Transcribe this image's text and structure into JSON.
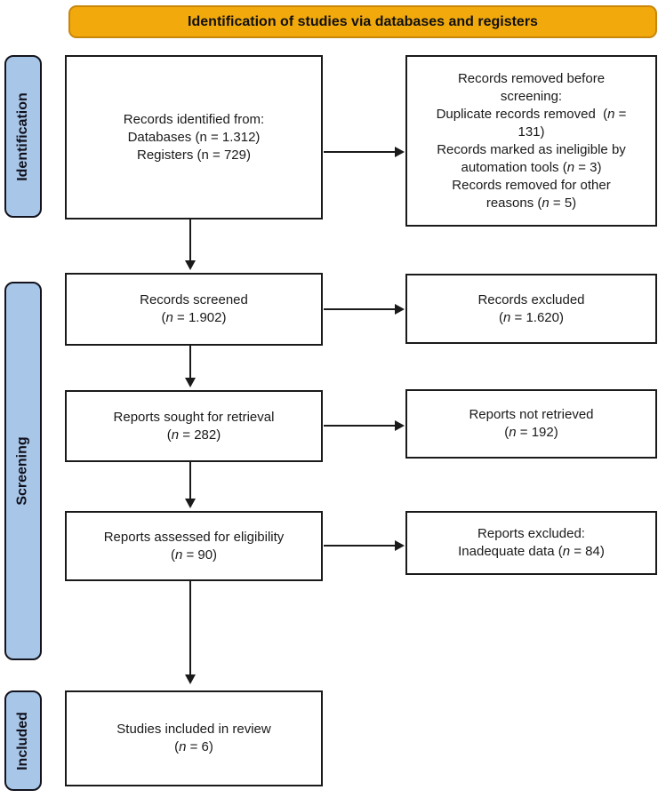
{
  "banner": {
    "title": "Identification of studies via databases and registers"
  },
  "stages": [
    {
      "label": "Identification"
    },
    {
      "label": "Screening"
    },
    {
      "label": "Included"
    }
  ],
  "colors": {
    "banner_fill": "#F2A90C",
    "banner_border": "#C8860B",
    "stage_fill": "#A8C6E7",
    "box_border": "#1A1A1A"
  },
  "boxes": {
    "records_identified": {
      "lines": [
        [
          {
            "t": "Records identified from:"
          }
        ],
        [
          {
            "t": "Databases (n = 1.312)"
          }
        ],
        [
          {
            "t": "Registers (n = 729)"
          }
        ]
      ]
    },
    "records_removed": {
      "lines": [
        [
          {
            "t": "Records removed before"
          }
        ],
        [
          {
            "t": "screening:"
          }
        ],
        [
          {
            "t": "Duplicate records removed  ("
          },
          {
            "t": "n",
            "i": true
          },
          {
            "t": " ="
          }
        ],
        [
          {
            "t": "131)"
          }
        ],
        [
          {
            "t": "Records marked as ineligible by"
          }
        ],
        [
          {
            "t": "automation tools ("
          },
          {
            "t": "n",
            "i": true
          },
          {
            "t": " = 3)"
          }
        ],
        [
          {
            "t": "Records removed for other"
          }
        ],
        [
          {
            "t": "reasons ("
          },
          {
            "t": "n",
            "i": true
          },
          {
            "t": " = 5)"
          }
        ]
      ]
    },
    "records_screened": {
      "lines": [
        [
          {
            "t": "Records screened"
          }
        ],
        [
          {
            "t": "("
          },
          {
            "t": "n",
            "i": true
          },
          {
            "t": " = 1.902)"
          }
        ]
      ]
    },
    "records_excluded": {
      "lines": [
        [
          {
            "t": "Records excluded"
          }
        ],
        [
          {
            "t": "("
          },
          {
            "t": "n",
            "i": true
          },
          {
            "t": " = 1.620)"
          }
        ]
      ]
    },
    "reports_sought": {
      "lines": [
        [
          {
            "t": "Reports sought for retrieval"
          }
        ],
        [
          {
            "t": "("
          },
          {
            "t": "n",
            "i": true
          },
          {
            "t": " = 282)"
          }
        ]
      ]
    },
    "reports_not_retrieved": {
      "lines": [
        [
          {
            "t": "Reports not retrieved"
          }
        ],
        [
          {
            "t": "("
          },
          {
            "t": "n",
            "i": true
          },
          {
            "t": " = 192)"
          }
        ]
      ]
    },
    "reports_assessed": {
      "lines": [
        [
          {
            "t": "Reports assessed for eligibility"
          }
        ],
        [
          {
            "t": "("
          },
          {
            "t": "n",
            "i": true
          },
          {
            "t": " = 90)"
          }
        ]
      ]
    },
    "reports_excluded": {
      "lines": [
        [
          {
            "t": "Reports excluded:"
          }
        ],
        [
          {
            "t": "Inadequate data ("
          },
          {
            "t": "n",
            "i": true
          },
          {
            "t": " = 84)"
          }
        ]
      ]
    },
    "studies_included": {
      "lines": [
        [
          {
            "t": "Studies included in review"
          }
        ],
        [
          {
            "t": "("
          },
          {
            "t": "n",
            "i": true
          },
          {
            "t": " = 6)"
          }
        ]
      ]
    }
  }
}
